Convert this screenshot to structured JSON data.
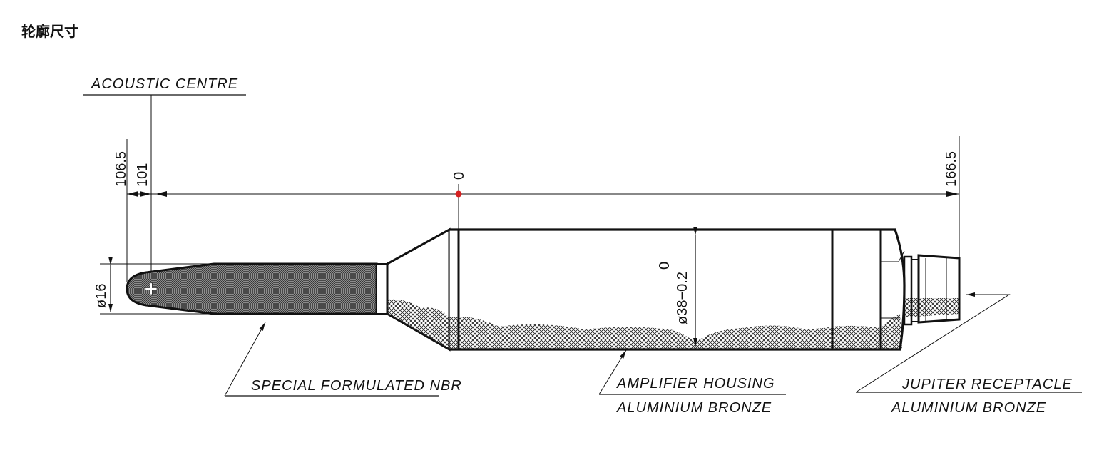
{
  "title": "轮廓尺寸",
  "drawing": {
    "acoustic_centre": "ACOUSTIC CENTRE",
    "dim_106_5": "106.5",
    "dim_101": "101",
    "dim_zero": "0",
    "dim_166_5": "166.5",
    "dim_dia16": "ø16",
    "dim_dia38": "ø38−0.2",
    "dim_dia38_upper": "0",
    "label_nbr": "SPECIAL FORMULATED NBR",
    "label_housing": "AMPLIFIER HOUSING",
    "label_housing_material": "ALUMINIUM BRONZE",
    "label_receptacle": "JUPITER RECEPTACLE",
    "label_receptacle_material": "ALUMINIUM BRONZE",
    "origin_color": "#d62020"
  }
}
